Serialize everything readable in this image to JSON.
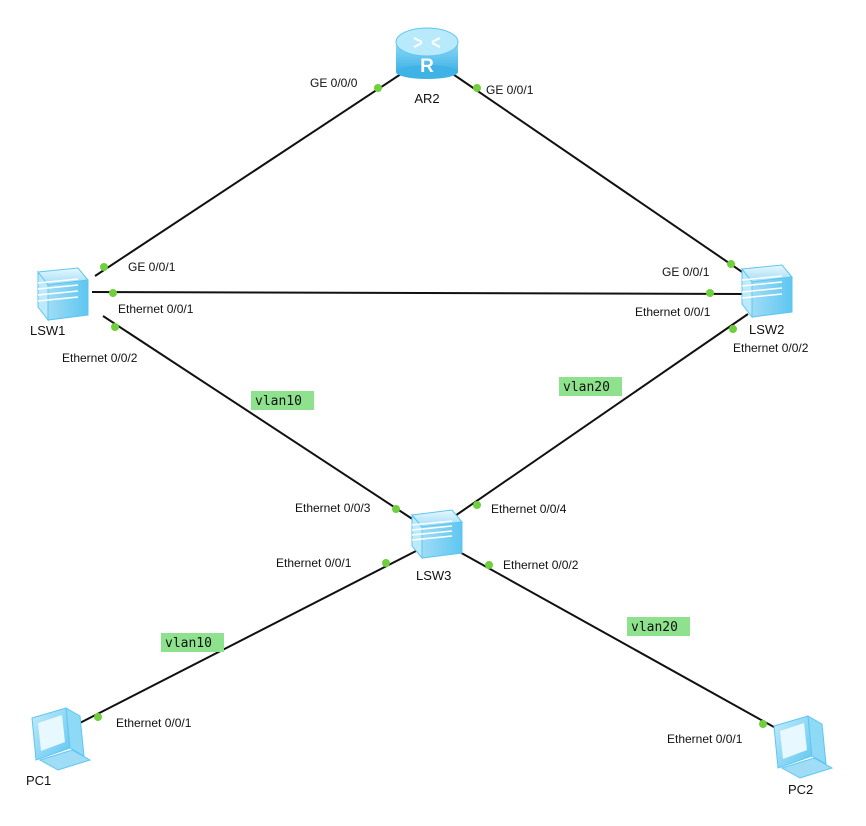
{
  "devices": {
    "ar2": {
      "label": "AR2",
      "icon": "router-icon"
    },
    "lsw1": {
      "label": "LSW1",
      "icon": "switch-icon"
    },
    "lsw2": {
      "label": "LSW2",
      "icon": "switch-icon"
    },
    "lsw3": {
      "label": "LSW3",
      "icon": "switch-icon"
    },
    "pc1": {
      "label": "PC1",
      "icon": "pc-icon"
    },
    "pc2": {
      "label": "PC2",
      "icon": "pc-icon"
    }
  },
  "links": [
    {
      "from": "AR2",
      "from_port": "GE 0/0/0",
      "to": "LSW1",
      "to_port": "GE 0/0/1"
    },
    {
      "from": "AR2",
      "from_port": "GE 0/0/1",
      "to": "LSW2",
      "to_port": "GE 0/0/1"
    },
    {
      "from": "LSW1",
      "from_port": "Ethernet 0/0/1",
      "to": "LSW2",
      "to_port": "Ethernet 0/0/1"
    },
    {
      "from": "LSW1",
      "from_port": "Ethernet 0/0/2",
      "to": "LSW3",
      "to_port": "Ethernet 0/0/3",
      "vlan": "vlan10"
    },
    {
      "from": "LSW2",
      "from_port": "Ethernet 0/0/2",
      "to": "LSW3",
      "to_port": "Ethernet 0/0/4",
      "vlan": "vlan20"
    },
    {
      "from": "LSW3",
      "from_port": "Ethernet 0/0/1",
      "to": "PC1",
      "to_port": "Ethernet 0/0/1",
      "vlan": "vlan10"
    },
    {
      "from": "LSW3",
      "from_port": "Ethernet 0/0/2",
      "to": "PC2",
      "to_port": "Ethernet 0/0/1",
      "vlan": "vlan20"
    }
  ],
  "colors": {
    "device_blue": "#5ec6f0",
    "device_light": "#c4ecfb",
    "port_dot": "#6fcf3d",
    "vlan_tag": "#8ee28e",
    "link": "#111111"
  }
}
